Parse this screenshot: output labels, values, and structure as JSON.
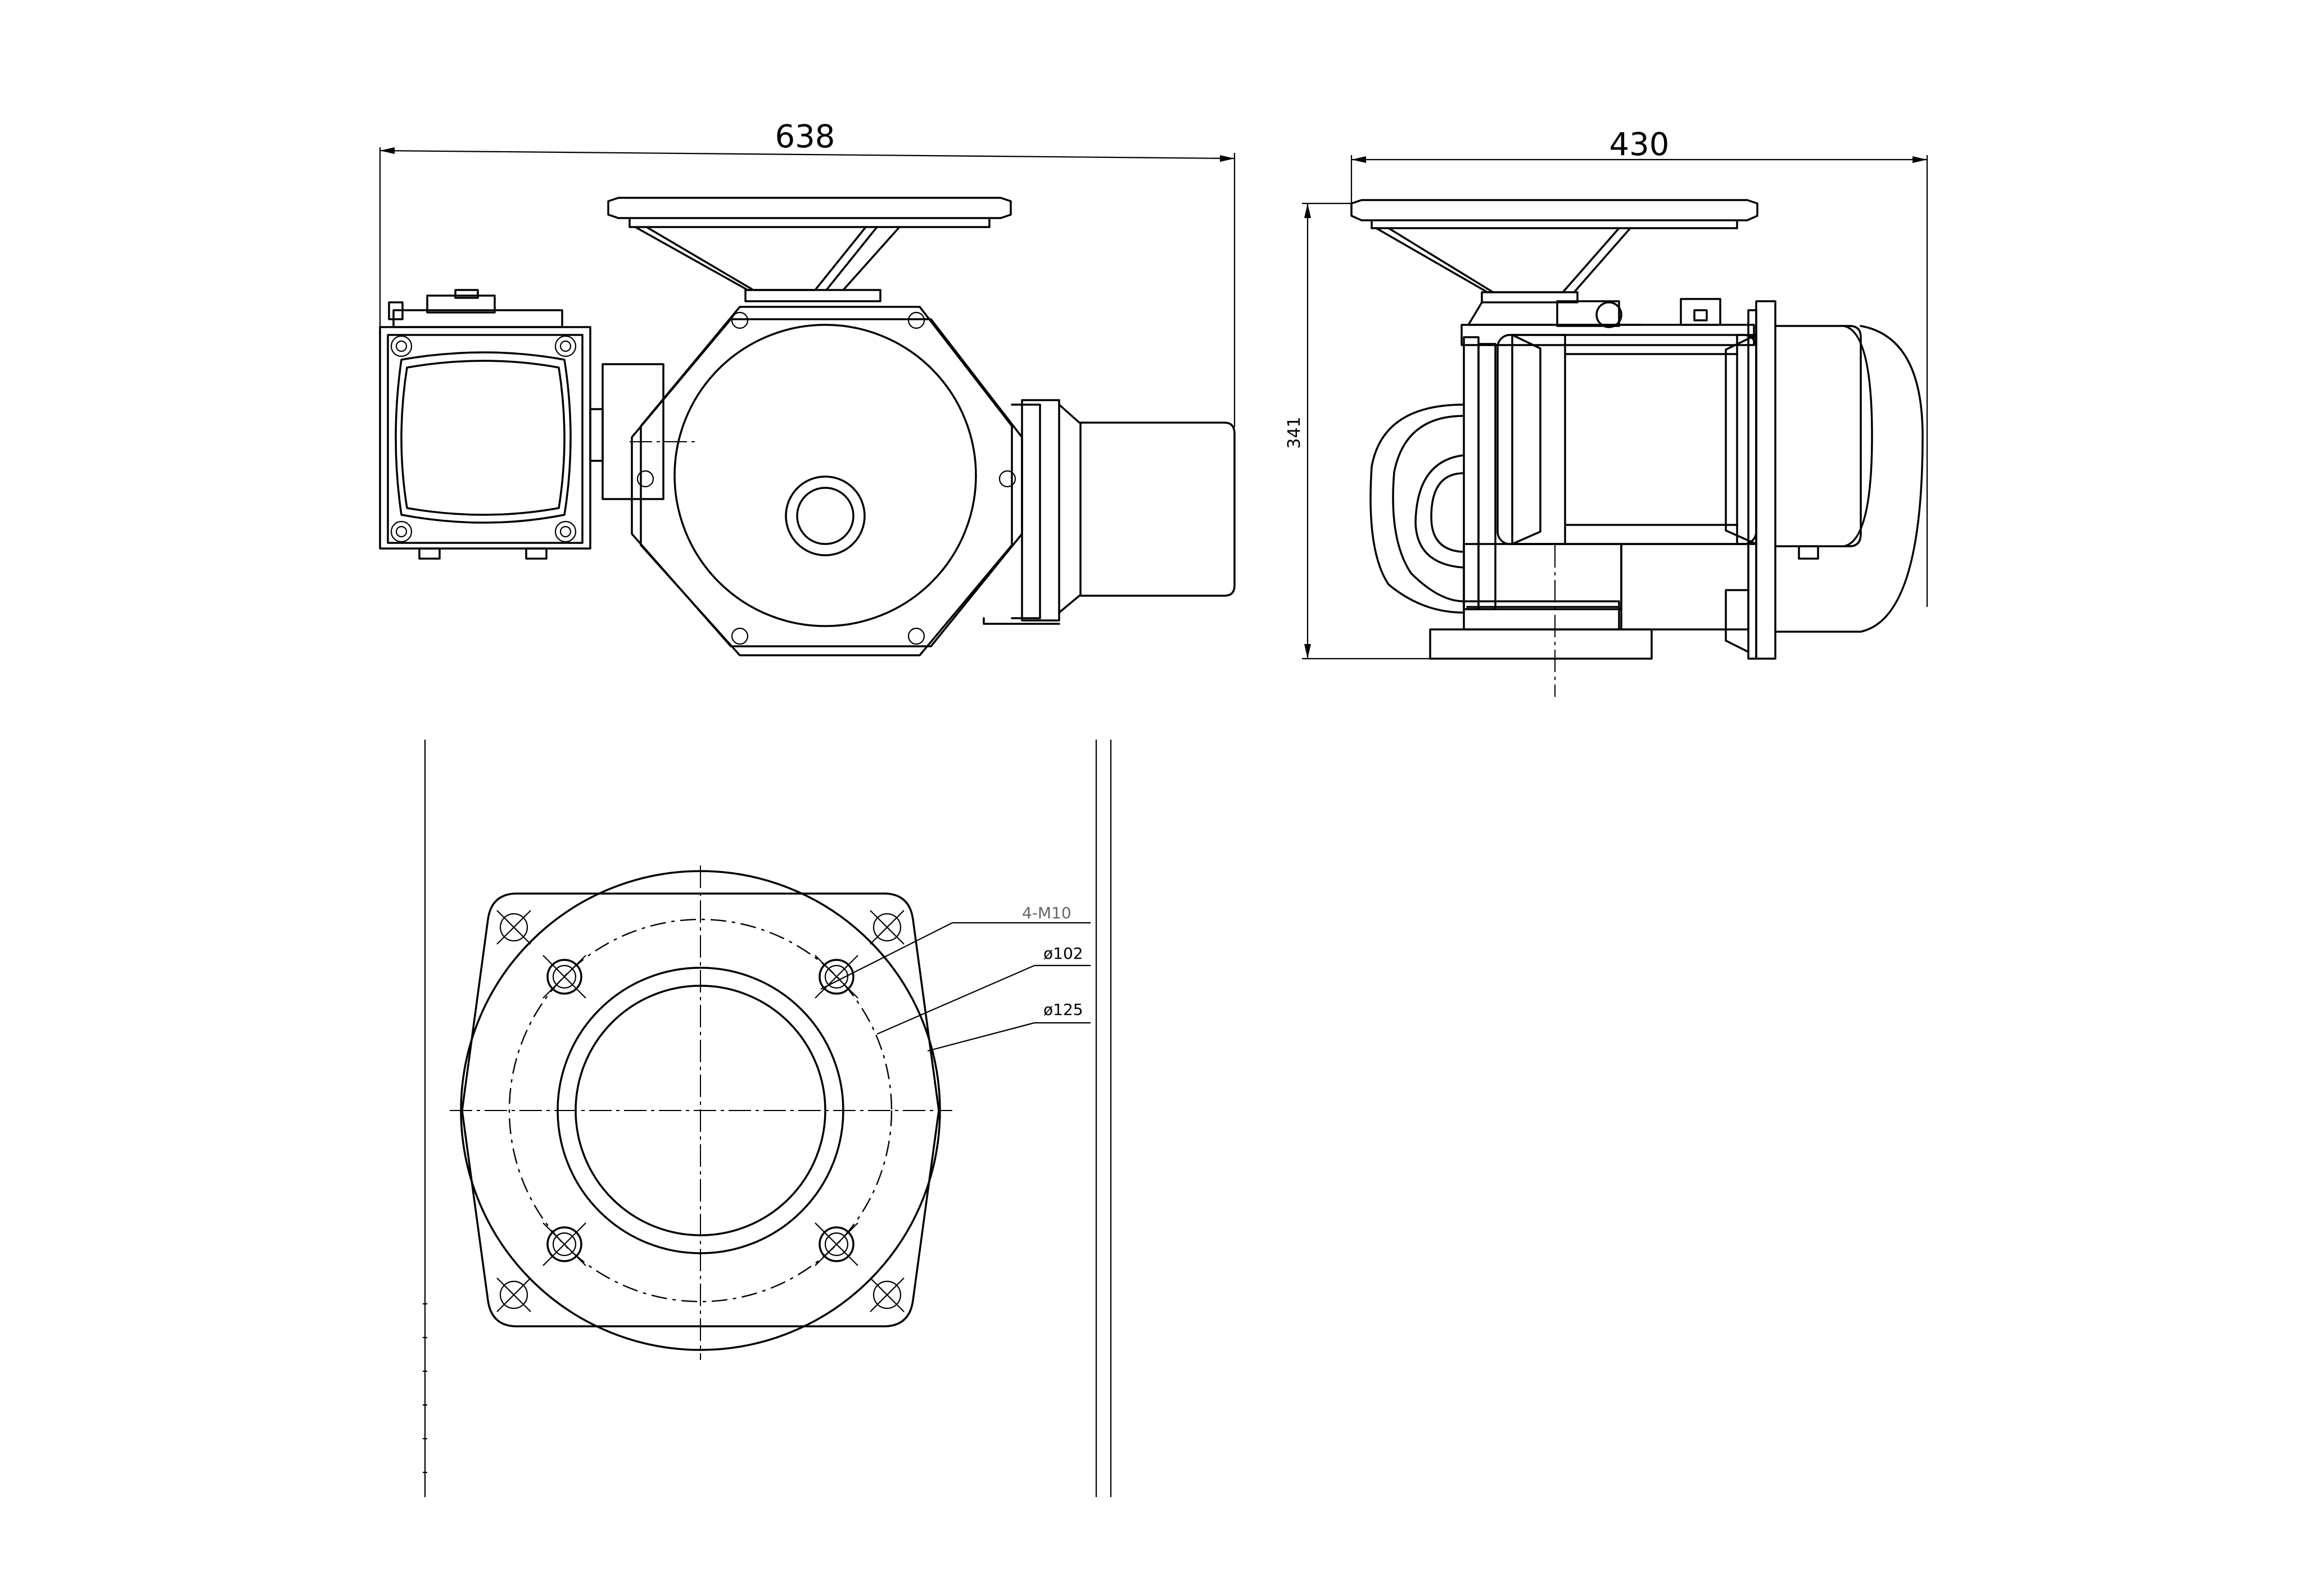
{
  "dimensions": {
    "front_width": "638",
    "side_width": "430",
    "side_height": "341"
  },
  "callouts": {
    "bolts": "4-M10",
    "inner_diameter": "ø102",
    "outer_diameter": "ø125"
  }
}
